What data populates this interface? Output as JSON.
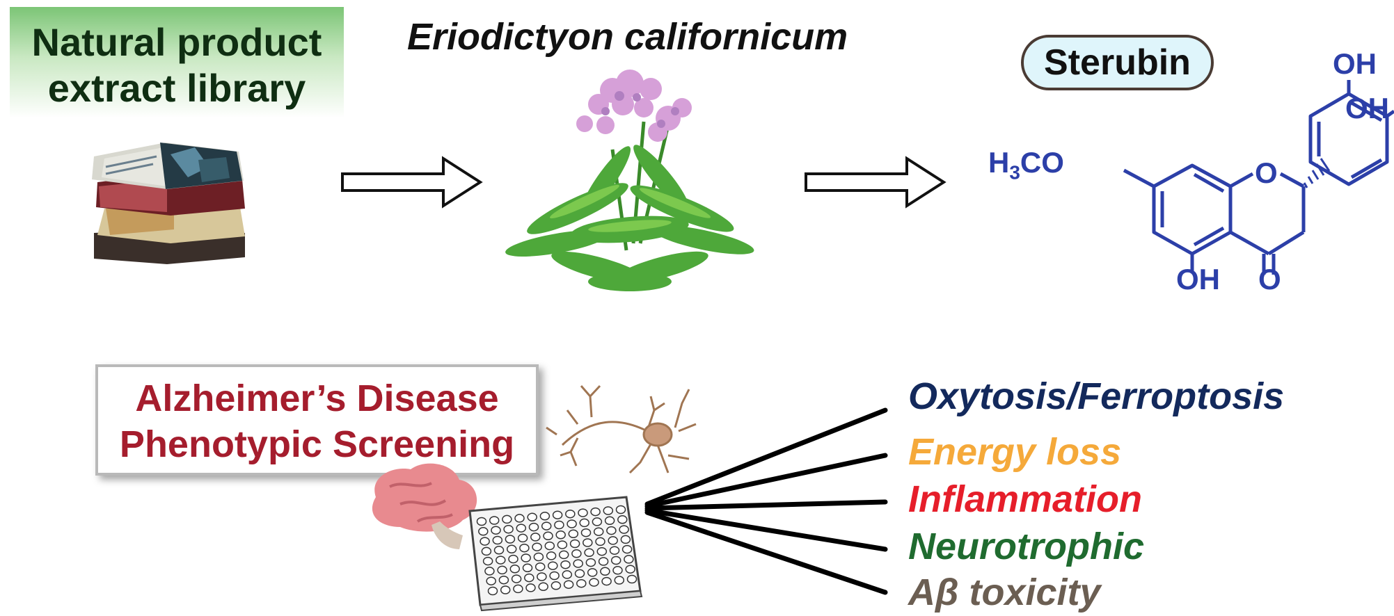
{
  "library": {
    "line1": "Natural product",
    "line2": "extract library"
  },
  "plant": {
    "species": "Eriodictyon californicum"
  },
  "compound": {
    "name": "Sterubin",
    "labels": {
      "methoxy_prefix": "H",
      "methoxy_sub": "3",
      "methoxy_suffix": "CO",
      "oh_top": "OH",
      "oh_right": "OH",
      "oh_bottom": "OH",
      "ring_o": "O",
      "carbonyl_o": "O"
    },
    "color": "#2c3fa8"
  },
  "screening": {
    "line1": "Alzheimer’s Disease",
    "line2": "Phenotypic Screening",
    "color": "#a51d2d"
  },
  "outcomes": [
    {
      "label": "Oxytosis/Ferroptosis",
      "color": "#13295c"
    },
    {
      "label": "Energy loss",
      "color": "#f5a93a"
    },
    {
      "label": "Inflammation",
      "color": "#e61e2a"
    },
    {
      "label": "Neurotrophic",
      "color": "#1f6b2f"
    },
    {
      "label": "Aβ toxicity",
      "color": "#6b5e52"
    }
  ],
  "icons": [
    "book-stack-icon",
    "flowering-plant-icon",
    "neuron-icon",
    "brain-icon",
    "well-plate-icon",
    "right-arrow-icon"
  ]
}
